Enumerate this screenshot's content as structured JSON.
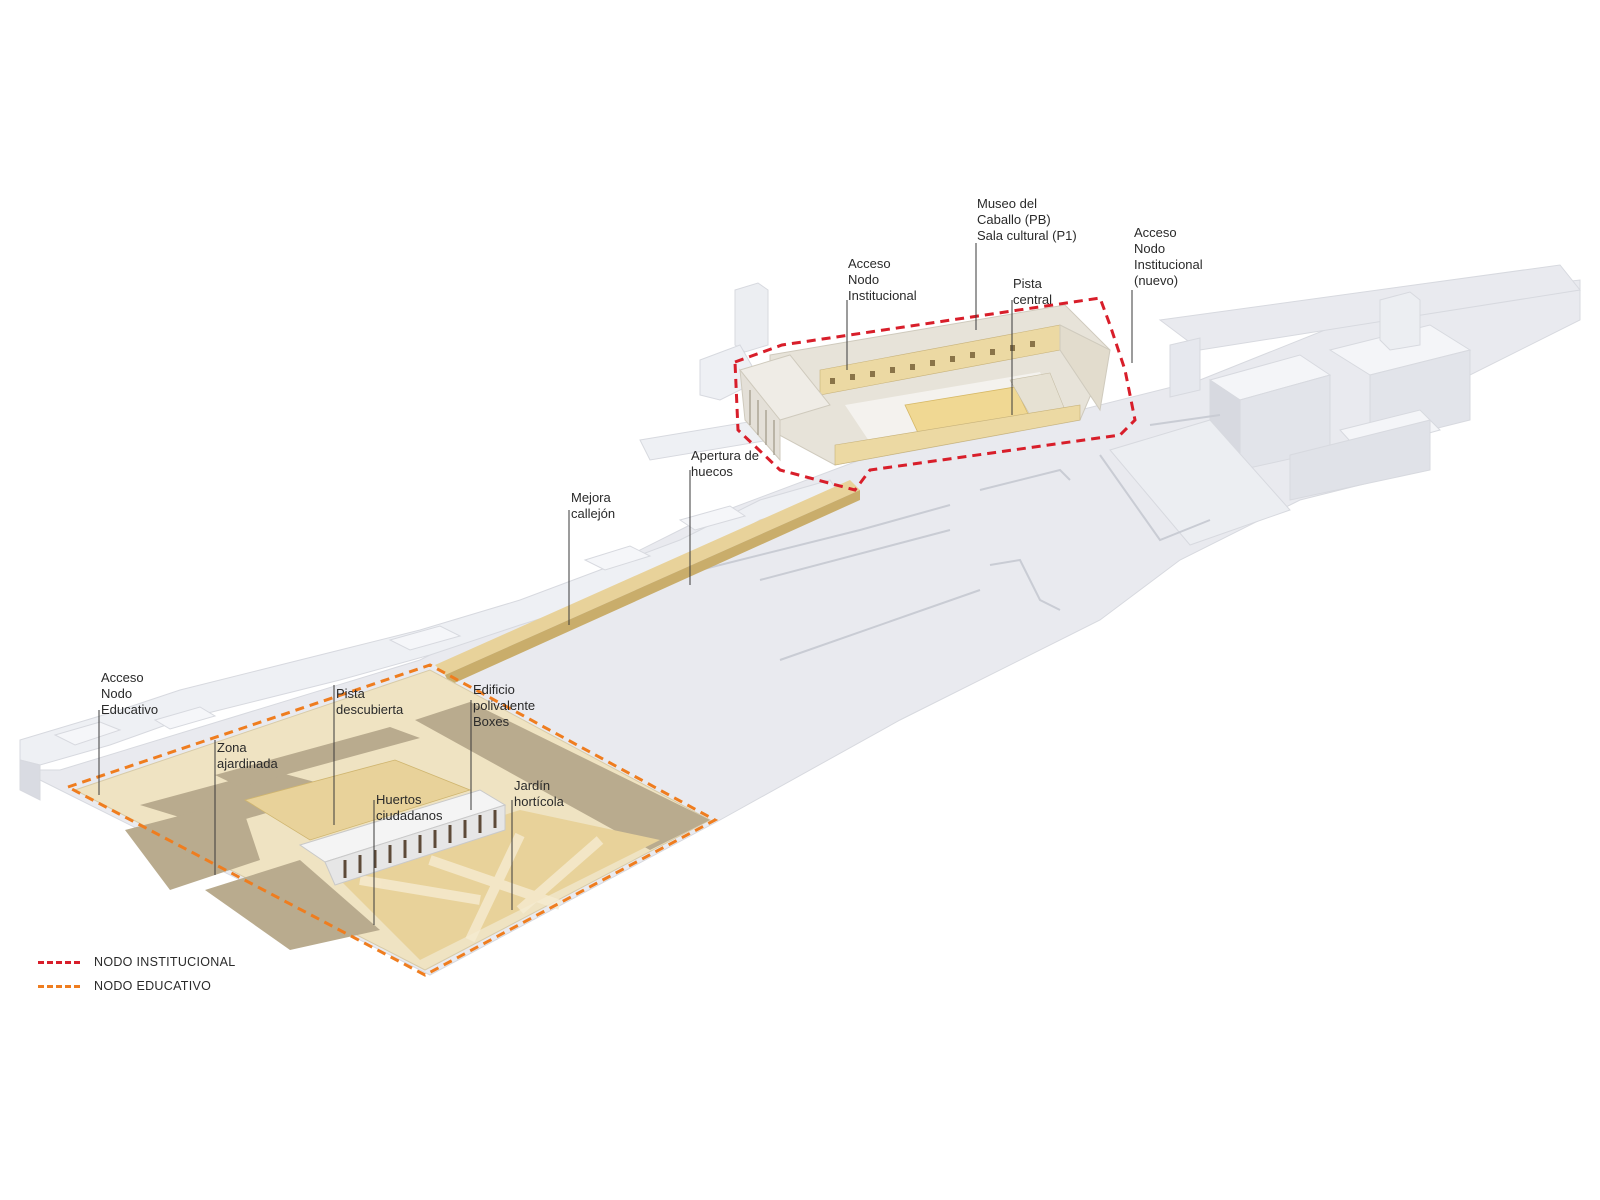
{
  "colors": {
    "institutional": "#d81e2a",
    "educational": "#ef7d1f",
    "massing": "#e9eaef",
    "courtyard": "#f0d893",
    "garden_dark": "#b9ab8e",
    "garden_light": "#efe3c2",
    "garden_sand": "#e8d29a"
  },
  "labels": {
    "museo": [
      "Museo del",
      "Caballo (PB)",
      "Sala cultural (P1)"
    ],
    "acceso_inst": [
      "Acceso",
      "Nodo",
      "Institucional"
    ],
    "pista_central": [
      "Pista",
      "central"
    ],
    "acceso_inst_nuevo": [
      "Acceso",
      "Nodo",
      "Institucional",
      "(nuevo)"
    ],
    "apertura": [
      "Apertura de",
      "huecos"
    ],
    "mejora": [
      "Mejora",
      "callejón"
    ],
    "acceso_edu": [
      "Acceso",
      "Nodo",
      "Educativo"
    ],
    "pista_desc": [
      "Pista",
      "descubierta"
    ],
    "edificio": [
      "Edificio",
      "polivalente",
      "Boxes"
    ],
    "zona": [
      "Zona",
      "ajardinada"
    ],
    "huertos": [
      "Huertos",
      "ciudadanos"
    ],
    "jardin": [
      "Jardín",
      "hortícola"
    ]
  },
  "legend": [
    {
      "label": "NODO INSTITUCIONAL",
      "color": "#d81e2a"
    },
    {
      "label": "NODO EDUCATIVO",
      "color": "#ef7d1f"
    }
  ]
}
